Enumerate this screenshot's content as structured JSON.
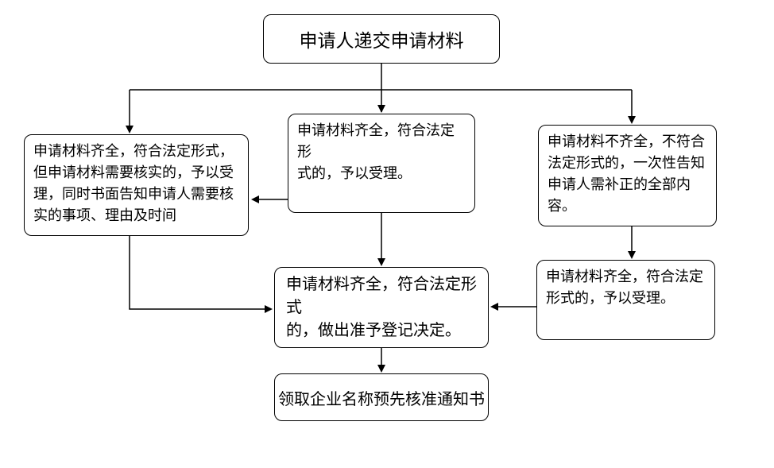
{
  "diagram": {
    "type": "flowchart",
    "background_color": "#ffffff",
    "line_color": "#000000",
    "box_fill_color": "#ffffff",
    "text_color": "#000000",
    "nodes": {
      "submit": {
        "id": "submit",
        "text": "申请人递交申请材料"
      },
      "needs_verify": {
        "id": "needs_verify",
        "text": "申请材料齐全，符合法定形式，\n但申请材料需要核实的，予以受\n理，同时书面告知申请人需要核\n实的事项、理由及时间"
      },
      "accepted": {
        "id": "accepted",
        "text": "申请材料齐全，符合法定形\n式的，予以受理。"
      },
      "incomplete": {
        "id": "incomplete",
        "text": "申请材料不齐全，不符合\n法定形式的，一次性告知\n申请人需补正的全部内\n容。"
      },
      "accepted_right": {
        "id": "accepted_right",
        "text": "申请材料齐全，符合法定\n形式的，予以受理。"
      },
      "decision": {
        "id": "decision",
        "text": "申请材料齐全，符合法定形式\n的，做出准予登记决定。"
      },
      "receive_notice": {
        "id": "receive_notice",
        "text": "领取企业名称预先核准通知书"
      }
    },
    "edges": [
      {
        "from": "submit",
        "to": "needs_verify"
      },
      {
        "from": "submit",
        "to": "accepted"
      },
      {
        "from": "submit",
        "to": "incomplete"
      },
      {
        "from": "accepted",
        "to": "needs_verify"
      },
      {
        "from": "accepted",
        "to": "decision"
      },
      {
        "from": "incomplete",
        "to": "accepted_right"
      },
      {
        "from": "accepted_right",
        "to": "decision"
      },
      {
        "from": "needs_verify",
        "to": "decision"
      },
      {
        "from": "decision",
        "to": "receive_notice"
      }
    ]
  }
}
